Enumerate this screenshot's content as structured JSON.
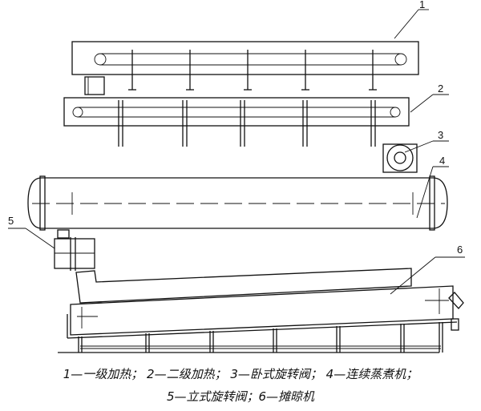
{
  "labels": {
    "l1": "1",
    "l2": "2",
    "l3": "3",
    "l4": "4",
    "l5": "5",
    "l6": "6"
  },
  "caption": {
    "line1": "1—一级加热； 2—二级加热； 3—卧式旋转阀； 4—连续蒸煮机；",
    "line2": "5—立式旋转阀；6—摊晾机"
  }
}
